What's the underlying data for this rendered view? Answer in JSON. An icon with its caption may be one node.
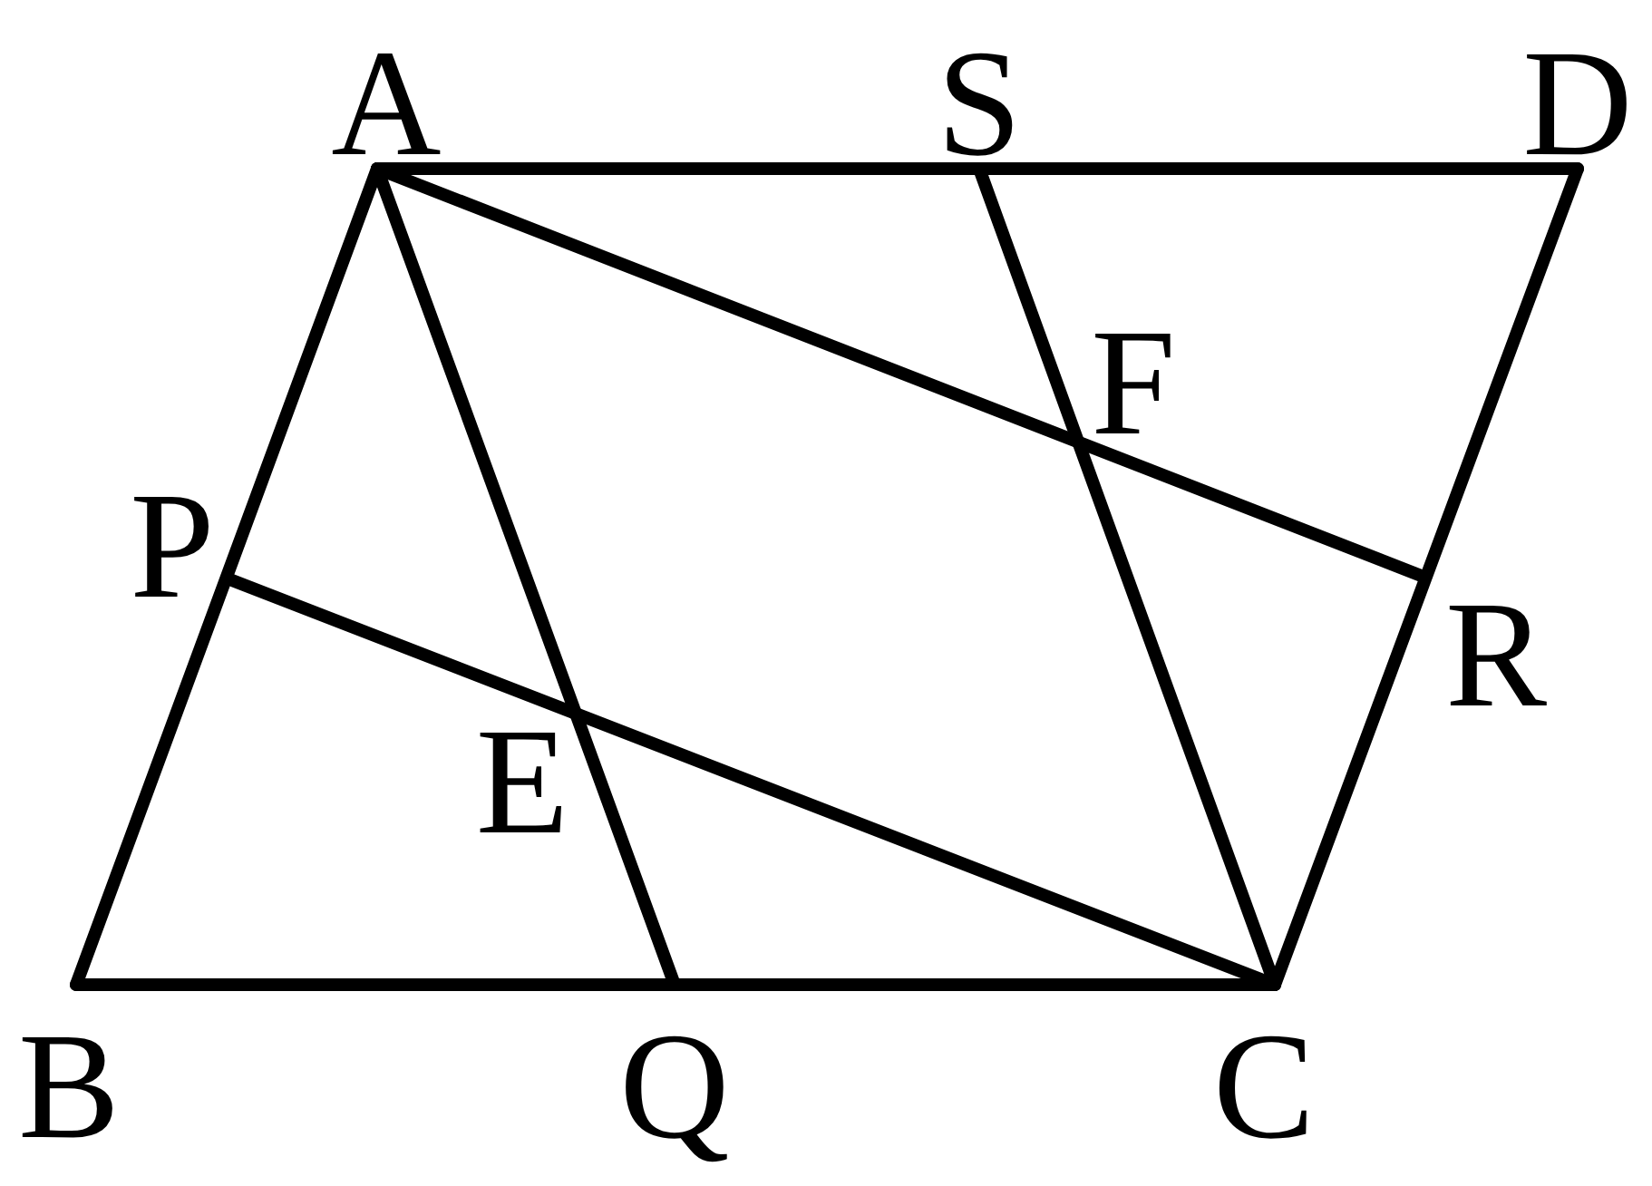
{
  "diagram": {
    "labels": [
      "A",
      "S",
      "D",
      "F",
      "P",
      "R",
      "E",
      "B",
      "Q",
      "C"
    ]
  }
}
